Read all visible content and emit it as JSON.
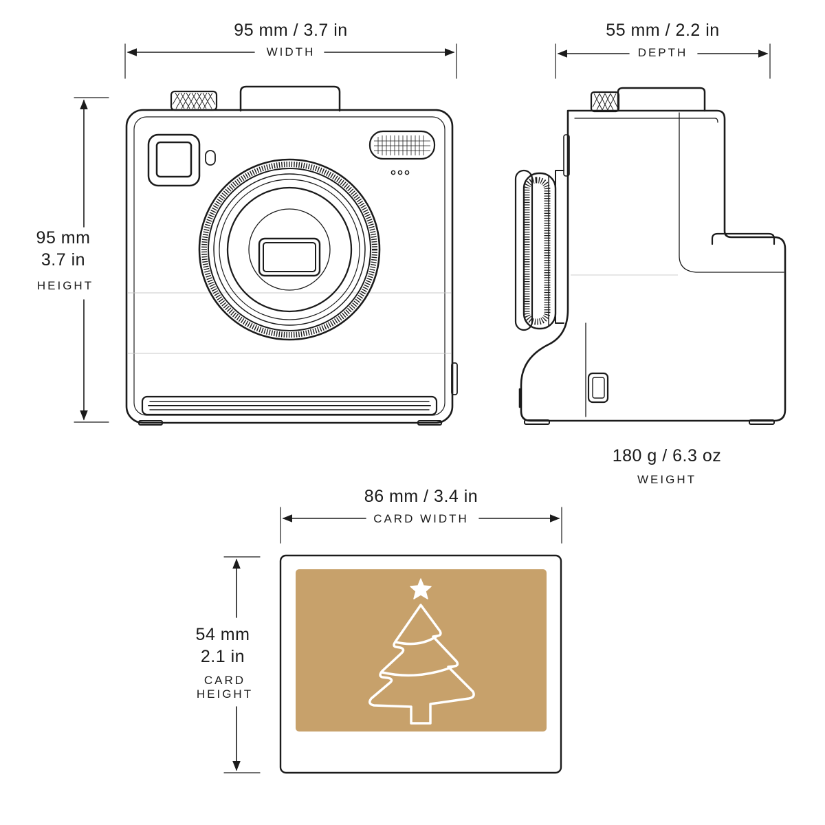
{
  "dimensions": {
    "width": {
      "value": "95 mm / 3.7 in",
      "caption": "WIDTH"
    },
    "depth": {
      "value": "55 mm / 2.2 in",
      "caption": "DEPTH"
    },
    "height": {
      "value_mm": "95 mm",
      "value_in": "3.7 in",
      "caption": "HEIGHT"
    },
    "weight": {
      "value": "180 g / 6.3 oz",
      "caption": "WEIGHT"
    },
    "card_width": {
      "value": "86 mm / 3.4 in",
      "caption": "CARD WIDTH"
    },
    "card_height": {
      "value_mm": "54 mm",
      "value_in": "2.1 in",
      "caption_line1": "CARD",
      "caption_line2": "HEIGHT"
    }
  },
  "colors": {
    "line": "#1b1b1b",
    "card_print": "#c7a16b",
    "tree": "#ffffff"
  },
  "illustrations": {
    "front": "instant-camera-front-view",
    "side": "instant-camera-side-view",
    "card": "printed-card-christmas-tree"
  }
}
